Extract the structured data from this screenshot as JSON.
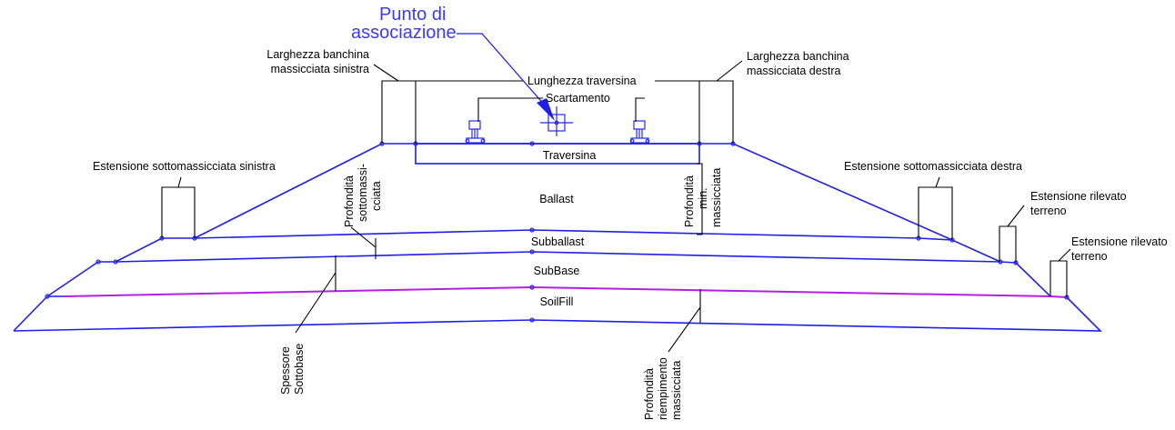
{
  "diagram": {
    "title": "Railway ballast cross-section",
    "colors": {
      "layer_line": "#1f1fe6",
      "subbase_bottom": "#b41ee6",
      "annotation": "#000000",
      "callout": "#3b3bf5"
    },
    "callout": {
      "line1": "Punto di",
      "line2": "associazione"
    },
    "layers": {
      "traversina": "Traversina",
      "ballast": "Ballast",
      "subballast": "Subballast",
      "subbase": "SubBase",
      "soilfill": "SoilFill"
    },
    "labels": {
      "lunghezza_traversina": "Lunghezza traversina",
      "scartamento": "Scartamento",
      "banchina_sx_1": "Larghezza banchina",
      "banchina_sx_2": "massicciata sinistra",
      "banchina_dx_1": "Larghezza banchina",
      "banchina_dx_2": "massicciata destra",
      "est_sotto_sx": "Estensione sottomassicciata sinistra",
      "est_sotto_dx": "Estensione sottomassicciata destra",
      "rilevato_1_a": "Estensione rilevato",
      "rilevato_1_b": "terreno",
      "rilevato_2_a": "Estensione rilevato",
      "rilevato_2_b": "terreno",
      "prof_sotto_1": "Profondità",
      "prof_sotto_2": "sottomassi-",
      "prof_sotto_3": "cciata",
      "prof_min_1": "Profondità",
      "prof_min_2": "min.",
      "prof_min_3": "massicciata",
      "spessore_1": "Spessore",
      "spessore_2": "Sottobase",
      "riemp_1": "Profondità",
      "riemp_2": "riempimento",
      "riemp_3": "massicciata"
    }
  }
}
